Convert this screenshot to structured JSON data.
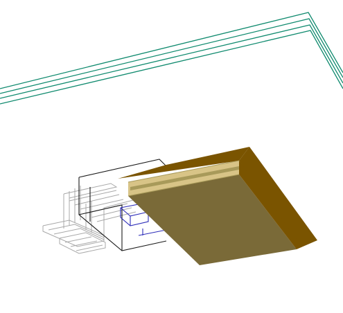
{
  "viewport": {
    "background": "#ffffff"
  },
  "colors": {
    "outline_teal": "#0f8a6e",
    "outline_black": "#1a1a1a",
    "outline_grey": "#a8a8a8",
    "outline_blue": "#2b2bb8",
    "slab_top": "#7a6a38",
    "slab_side_dark": "#7a5400",
    "slab_side_light": "#d8c487",
    "slab_edge": "#a89a5a"
  },
  "objects": [
    {
      "name": "teal-outline-object",
      "kind": "wireframe"
    },
    {
      "name": "black-outline-object",
      "kind": "wireframe"
    },
    {
      "name": "grey-stair-object",
      "kind": "wireframe"
    },
    {
      "name": "blue-outline-object",
      "kind": "wireframe"
    },
    {
      "name": "slab-object",
      "kind": "solid"
    }
  ]
}
